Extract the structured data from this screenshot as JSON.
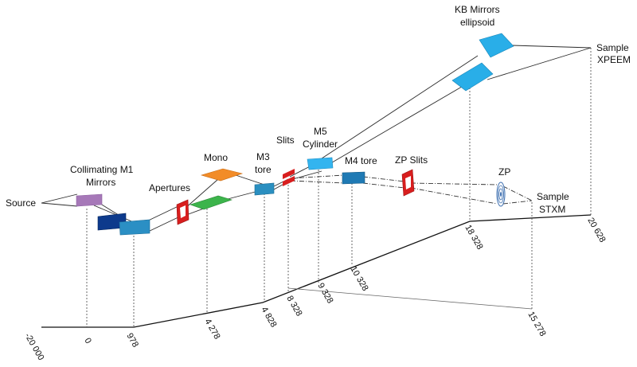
{
  "labels": {
    "source": "Source",
    "collimating_line1": "Collimating M1",
    "collimating_line2": "Mirrors",
    "apertures": "Apertures",
    "mono": "Mono",
    "m3_line1": "M3",
    "m3_line2": "tore",
    "slits": "Slits",
    "m5_line1": "M5",
    "m5_line2": "Cylinder",
    "m4": "M4 tore",
    "zp_slits": "ZP Slits",
    "zp": "ZP",
    "kb_line1": "KB Mirrors",
    "kb_line2": "ellipsoid",
    "sample_xpeem_line1": "Sample",
    "sample_xpeem_line2": "XPEEM",
    "sample_stxm_line1": "Sample",
    "sample_stxm_line2": "STXM"
  },
  "axis_ticks": [
    "-20 000",
    "0",
    "978",
    "4 278",
    "4 828",
    "8 328",
    "9 328",
    "10 328",
    "15 278",
    "18 328",
    "20 628"
  ],
  "colors": {
    "collimating_m1": "#a678b8",
    "mirror_dark": "#0d3a8c",
    "mirror_teal": "#2b8fc4",
    "apertures": "#d81e1e",
    "mono_orange": "#f28c28",
    "mono_green": "#3cb44b",
    "m3": "#2a8fc0",
    "slits": "#d81e1e",
    "m5": "#33b4ef",
    "m4": "#1f7ab4",
    "zp_slits": "#d81e1e",
    "zp": "#3d6fb0",
    "kb": "#29aee8"
  }
}
